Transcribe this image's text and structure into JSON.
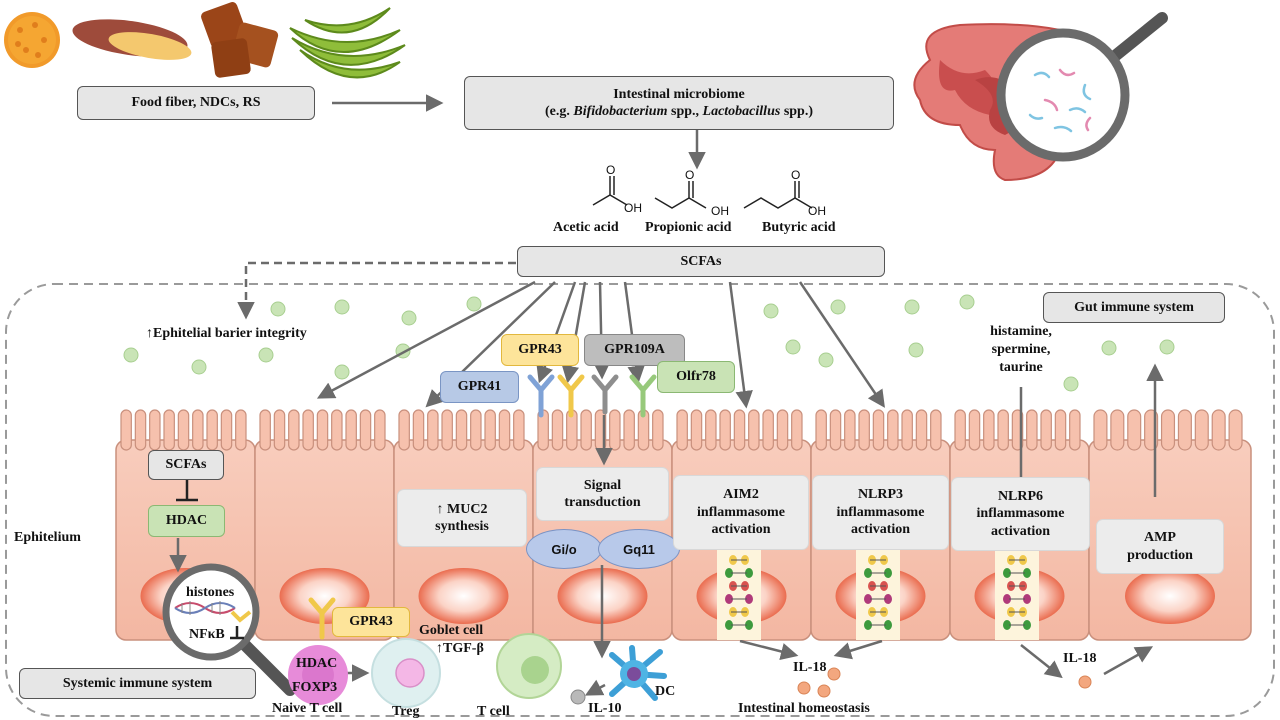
{
  "colors": {
    "epithelium_fill": "#f6c1ad",
    "epithelium_stroke": "#c9907d",
    "nucleus": "#ef8066",
    "scfa_dot": "#c9e4b6",
    "arrow": "#6b6b6b",
    "il_dot": "#f3a77f",
    "receptor_blue": "#7fa2d6",
    "receptor_yellow": "#f0c84a",
    "receptor_grey": "#8e8e8e",
    "receptor_green": "#97c97b"
  },
  "icons": [
    "food-icons",
    "intestine-icon",
    "magnifier-icon",
    "molecule-icon",
    "dendritic-cell-icon",
    "dna-icon",
    "inflammasome-icon"
  ],
  "top": {
    "food_box": "Food fiber, NDCs, RS",
    "microbiome_line1": "Intestinal microbiome",
    "microbiome_pre": "(e.g. ",
    "microbiome_genus1": "Bifidobacterium",
    "microbiome_mid": " spp., ",
    "microbiome_genus2": "Lactobacillus",
    "microbiome_post": " spp.)"
  },
  "molecules": {
    "oh": "OH",
    "o": "O",
    "acetic": "Acetic acid",
    "propionic": "Propionic acid",
    "butyric": "Butyric acid"
  },
  "scfas_main": "SCFAs",
  "barrier": "↑Ephitelial barier integrity",
  "gut_immune": "Gut immune system",
  "receptors": {
    "gpr43": "GPR43",
    "gpr109a": "GPR109A",
    "gpr41": "GPR41",
    "olfr78": "Olfr78"
  },
  "histamine": [
    "histamine,",
    "spermine,",
    "taurine"
  ],
  "epithelium_label": "Ephitelium",
  "cells": {
    "scfas": "SCFAs",
    "hdac": "HDAC",
    "muc2": [
      "↑ MUC2",
      "synthesis"
    ],
    "signal": [
      "Signal",
      "transduction"
    ],
    "gio": "Gi/o",
    "gq11": "Gq11",
    "aim2": [
      "AIM2",
      "inflammasome",
      "activation"
    ],
    "nlrp3": [
      "NLRP3",
      "inflammasome",
      "activation"
    ],
    "nlrp6": [
      "NLRP6",
      "inflammasome",
      "activation"
    ],
    "amp": [
      "AMP",
      "production"
    ]
  },
  "bottom": {
    "histones": "histones",
    "nfkb": "NFκB",
    "gpr43": "GPR43",
    "goblet": "Goblet cell",
    "tgfb": "↑TGF-β",
    "hdac": "HDAC",
    "foxp3": "FOXP3",
    "naive": "Naive T cell",
    "treg": "Treg",
    "tcell": "T cell",
    "il10": "IL-10",
    "dc": "DC",
    "il18_a": "IL-18",
    "il18_b": "IL-18",
    "homeostasis": "Intestinal homeostasis",
    "systemic": "Systemic immune system"
  }
}
